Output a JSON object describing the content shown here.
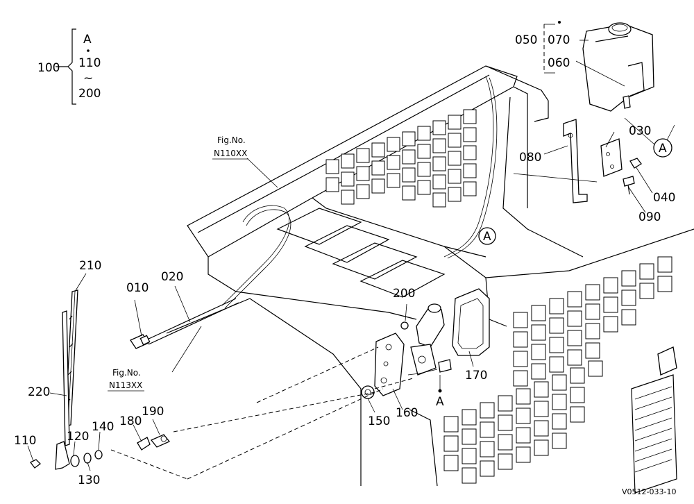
{
  "header": {
    "ref_main": "100",
    "ref_a": "A",
    "ref_from": "110",
    "ref_tilde": "~",
    "ref_to": "200"
  },
  "fig_refs": [
    {
      "line1": "Fig.No.",
      "line2": "N110XX"
    },
    {
      "line1": "Fig.No.",
      "line2": "N113XX"
    }
  ],
  "callouts": {
    "p010": "010",
    "p020": "020",
    "p030": "030",
    "p040": "040",
    "p050": "050",
    "p060": "060",
    "p070": "070",
    "p080": "080",
    "p090": "090",
    "p110": "110",
    "p120": "120",
    "p130": "130",
    "p140": "140",
    "p150": "150",
    "p160": "160",
    "p170": "170",
    "p180": "180",
    "p190": "190",
    "p200": "200",
    "p210": "210",
    "p220": "220"
  },
  "markers": {
    "circle_a_right": "A",
    "circle_a_center": "A",
    "dot_a_bottom": "A"
  },
  "footer": {
    "code": "V0512-033-10"
  }
}
